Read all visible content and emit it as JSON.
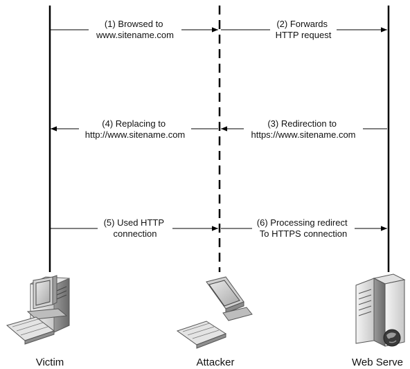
{
  "lifelines": {
    "victim": "Victim",
    "attacker": "Attacker",
    "server": "Web Serve"
  },
  "messages": [
    {
      "line1": "(1) Browsed to",
      "line2": "www.sitename.com"
    },
    {
      "line1": "(2) Forwards",
      "line2": "HTTP request"
    },
    {
      "line1": "(3) Redirection to",
      "line2": "https://www.sitename.com"
    },
    {
      "line1": "(4) Replacing to",
      "line2": "http://www.sitename.com"
    },
    {
      "line1": "(5) Used HTTP",
      "line2": "connection"
    },
    {
      "line1": "(6) Processing redirect",
      "line2": "To HTTPS connection"
    }
  ],
  "icons": {
    "victim": "desktop-computer-icon",
    "attacker": "monitor-keyboard-icon",
    "server": "web-server-icon"
  }
}
